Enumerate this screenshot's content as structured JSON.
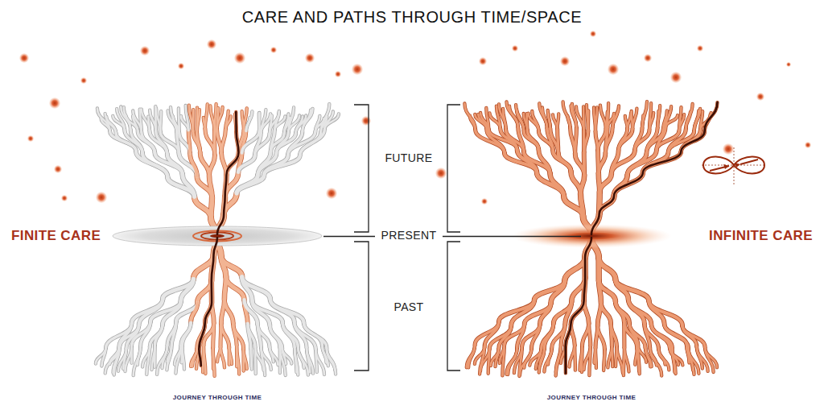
{
  "diagram": {
    "title": "CARE AND PATHS THROUGH TIME/SPACE",
    "labels": [
      "FINITE CARE",
      "FUTURE",
      "PRESENT",
      "PAST",
      "INFINITE CARE",
      "JOURNEY THROUGH TIME",
      "JOURNEY THROUGH TIME"
    ]
  }
}
